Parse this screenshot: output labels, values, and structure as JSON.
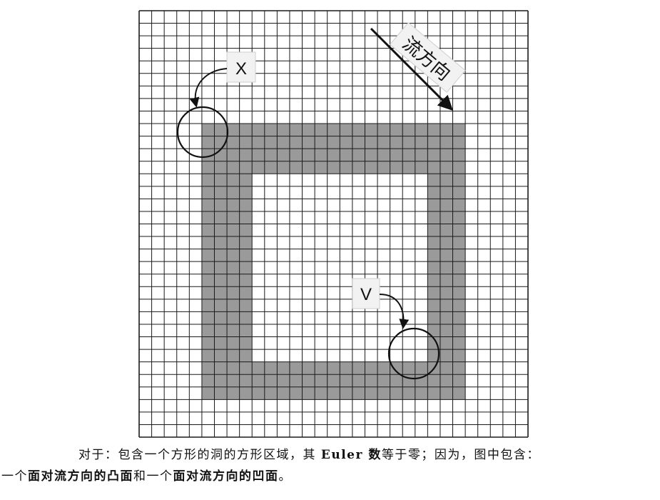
{
  "figure": {
    "grid": {
      "cols": 31,
      "rows": 34
    },
    "shaded_region": {
      "description_level": "square ring",
      "outer_cols": [
        5,
        25
      ],
      "outer_rows": [
        9,
        30
      ],
      "inner_cols": [
        9,
        22
      ],
      "inner_rows": [
        13,
        27
      ]
    },
    "labels": {
      "x_label": "X",
      "v_label": "V",
      "flow_label": "流方向"
    },
    "colors": {
      "grid_line": "#1a1a1a",
      "shade": "#9a9a9a",
      "stroke": "#111111",
      "label_bg": "#f2f2f2"
    }
  },
  "caption": {
    "line1": [
      {
        "text": "对于：包含一个方形的洞的方形区域，其 ",
        "bold": false
      },
      {
        "text": "Euler 数",
        "bold": true
      },
      {
        "text": "等于零；因为，图中包含：",
        "bold": false
      }
    ],
    "line2": [
      {
        "text": "一个",
        "bold": false
      },
      {
        "text": "面对流方向的凸面",
        "bold": true
      },
      {
        "text": "和一个",
        "bold": false
      },
      {
        "text": "面对流方向的凹面",
        "bold": true
      },
      {
        "text": "。",
        "bold": false
      }
    ]
  }
}
